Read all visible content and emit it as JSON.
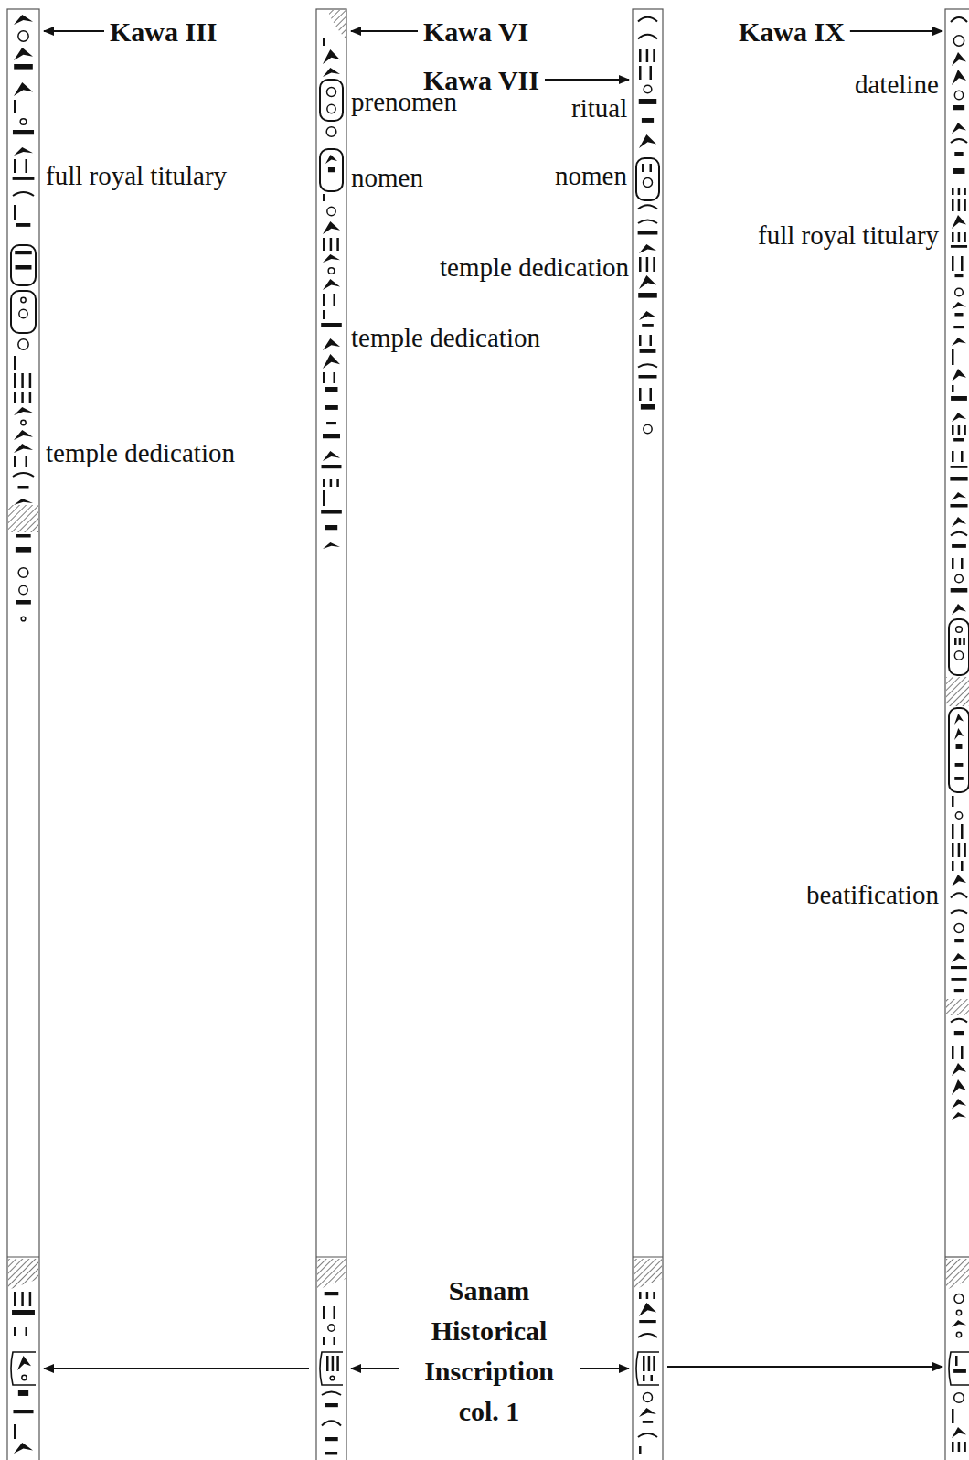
{
  "diagram": {
    "labels": [
      "Kawa III",
      "Kawa VI",
      "Kawa VII",
      "Kawa IX",
      "dateline",
      "prenomen",
      "ritual",
      "full royal titulary",
      "nomen",
      "nomen",
      "full royal titulary",
      "temple dedication",
      "temple dedication",
      "temple dedication",
      "beatification",
      "Sanam Historical Inscription col. 1"
    ]
  }
}
